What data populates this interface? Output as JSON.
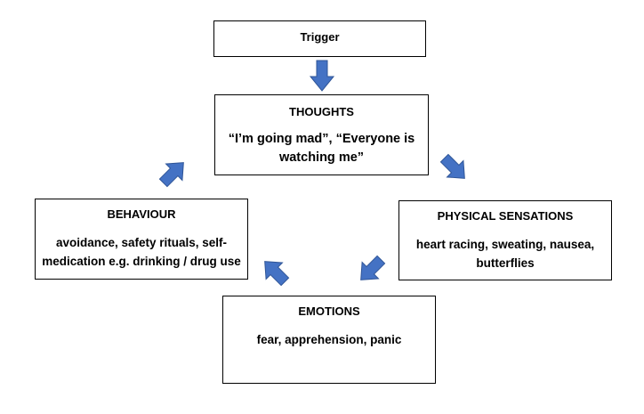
{
  "trigger": {
    "label": "Trigger"
  },
  "thoughts": {
    "title": "THOUGHTS",
    "text": "“I’m going mad”, “Everyone is watching me”"
  },
  "physical_sensations": {
    "title": "PHYSICAL SENSATIONS",
    "text": "heart racing, sweating, nausea, butterflies"
  },
  "emotions": {
    "title": "EMOTIONS",
    "text": "fear, apprehension, panic"
  },
  "behaviour": {
    "title": "BEHAVIOUR",
    "text": "avoidance, safety rituals, self-medication e.g. drinking / drug use"
  },
  "colors": {
    "arrow_fill": "#4472C4",
    "arrow_stroke": "#2F5597",
    "box_border": "#000000"
  }
}
